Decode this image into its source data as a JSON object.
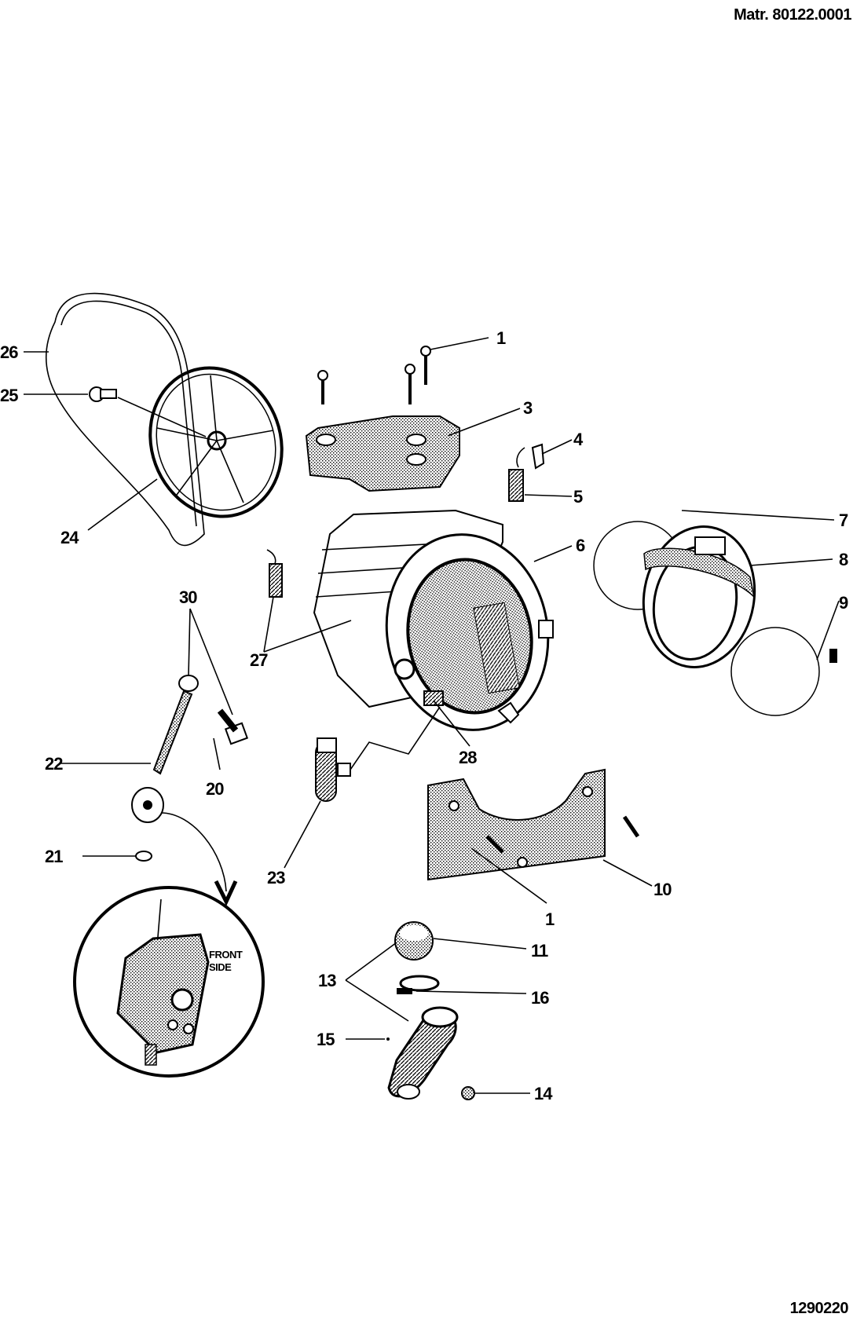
{
  "header": {
    "material_no": "Matr. 80122.0001",
    "drawing_no": "1290220"
  },
  "inset": {
    "note_line1": "FRONT",
    "note_line2": "SIDE"
  },
  "callouts": [
    {
      "id": "c1a",
      "label": "1"
    },
    {
      "id": "c3",
      "label": "3"
    },
    {
      "id": "c4",
      "label": "4"
    },
    {
      "id": "c5",
      "label": "5"
    },
    {
      "id": "c6",
      "label": "6"
    },
    {
      "id": "c7",
      "label": "7"
    },
    {
      "id": "c8",
      "label": "8"
    },
    {
      "id": "c9",
      "label": "9"
    },
    {
      "id": "c10",
      "label": "10"
    },
    {
      "id": "c1b",
      "label": "1"
    },
    {
      "id": "c11",
      "label": "11"
    },
    {
      "id": "c13",
      "label": "13"
    },
    {
      "id": "c14",
      "label": "14"
    },
    {
      "id": "c15",
      "label": "15"
    },
    {
      "id": "c16",
      "label": "16"
    },
    {
      "id": "c20",
      "label": "20"
    },
    {
      "id": "c21",
      "label": "21"
    },
    {
      "id": "c22",
      "label": "22"
    },
    {
      "id": "c23",
      "label": "23"
    },
    {
      "id": "c24",
      "label": "24"
    },
    {
      "id": "c25",
      "label": "25"
    },
    {
      "id": "c26",
      "label": "26"
    },
    {
      "id": "c27",
      "label": "27"
    },
    {
      "id": "c28",
      "label": "28"
    },
    {
      "id": "c30",
      "label": "30"
    }
  ]
}
